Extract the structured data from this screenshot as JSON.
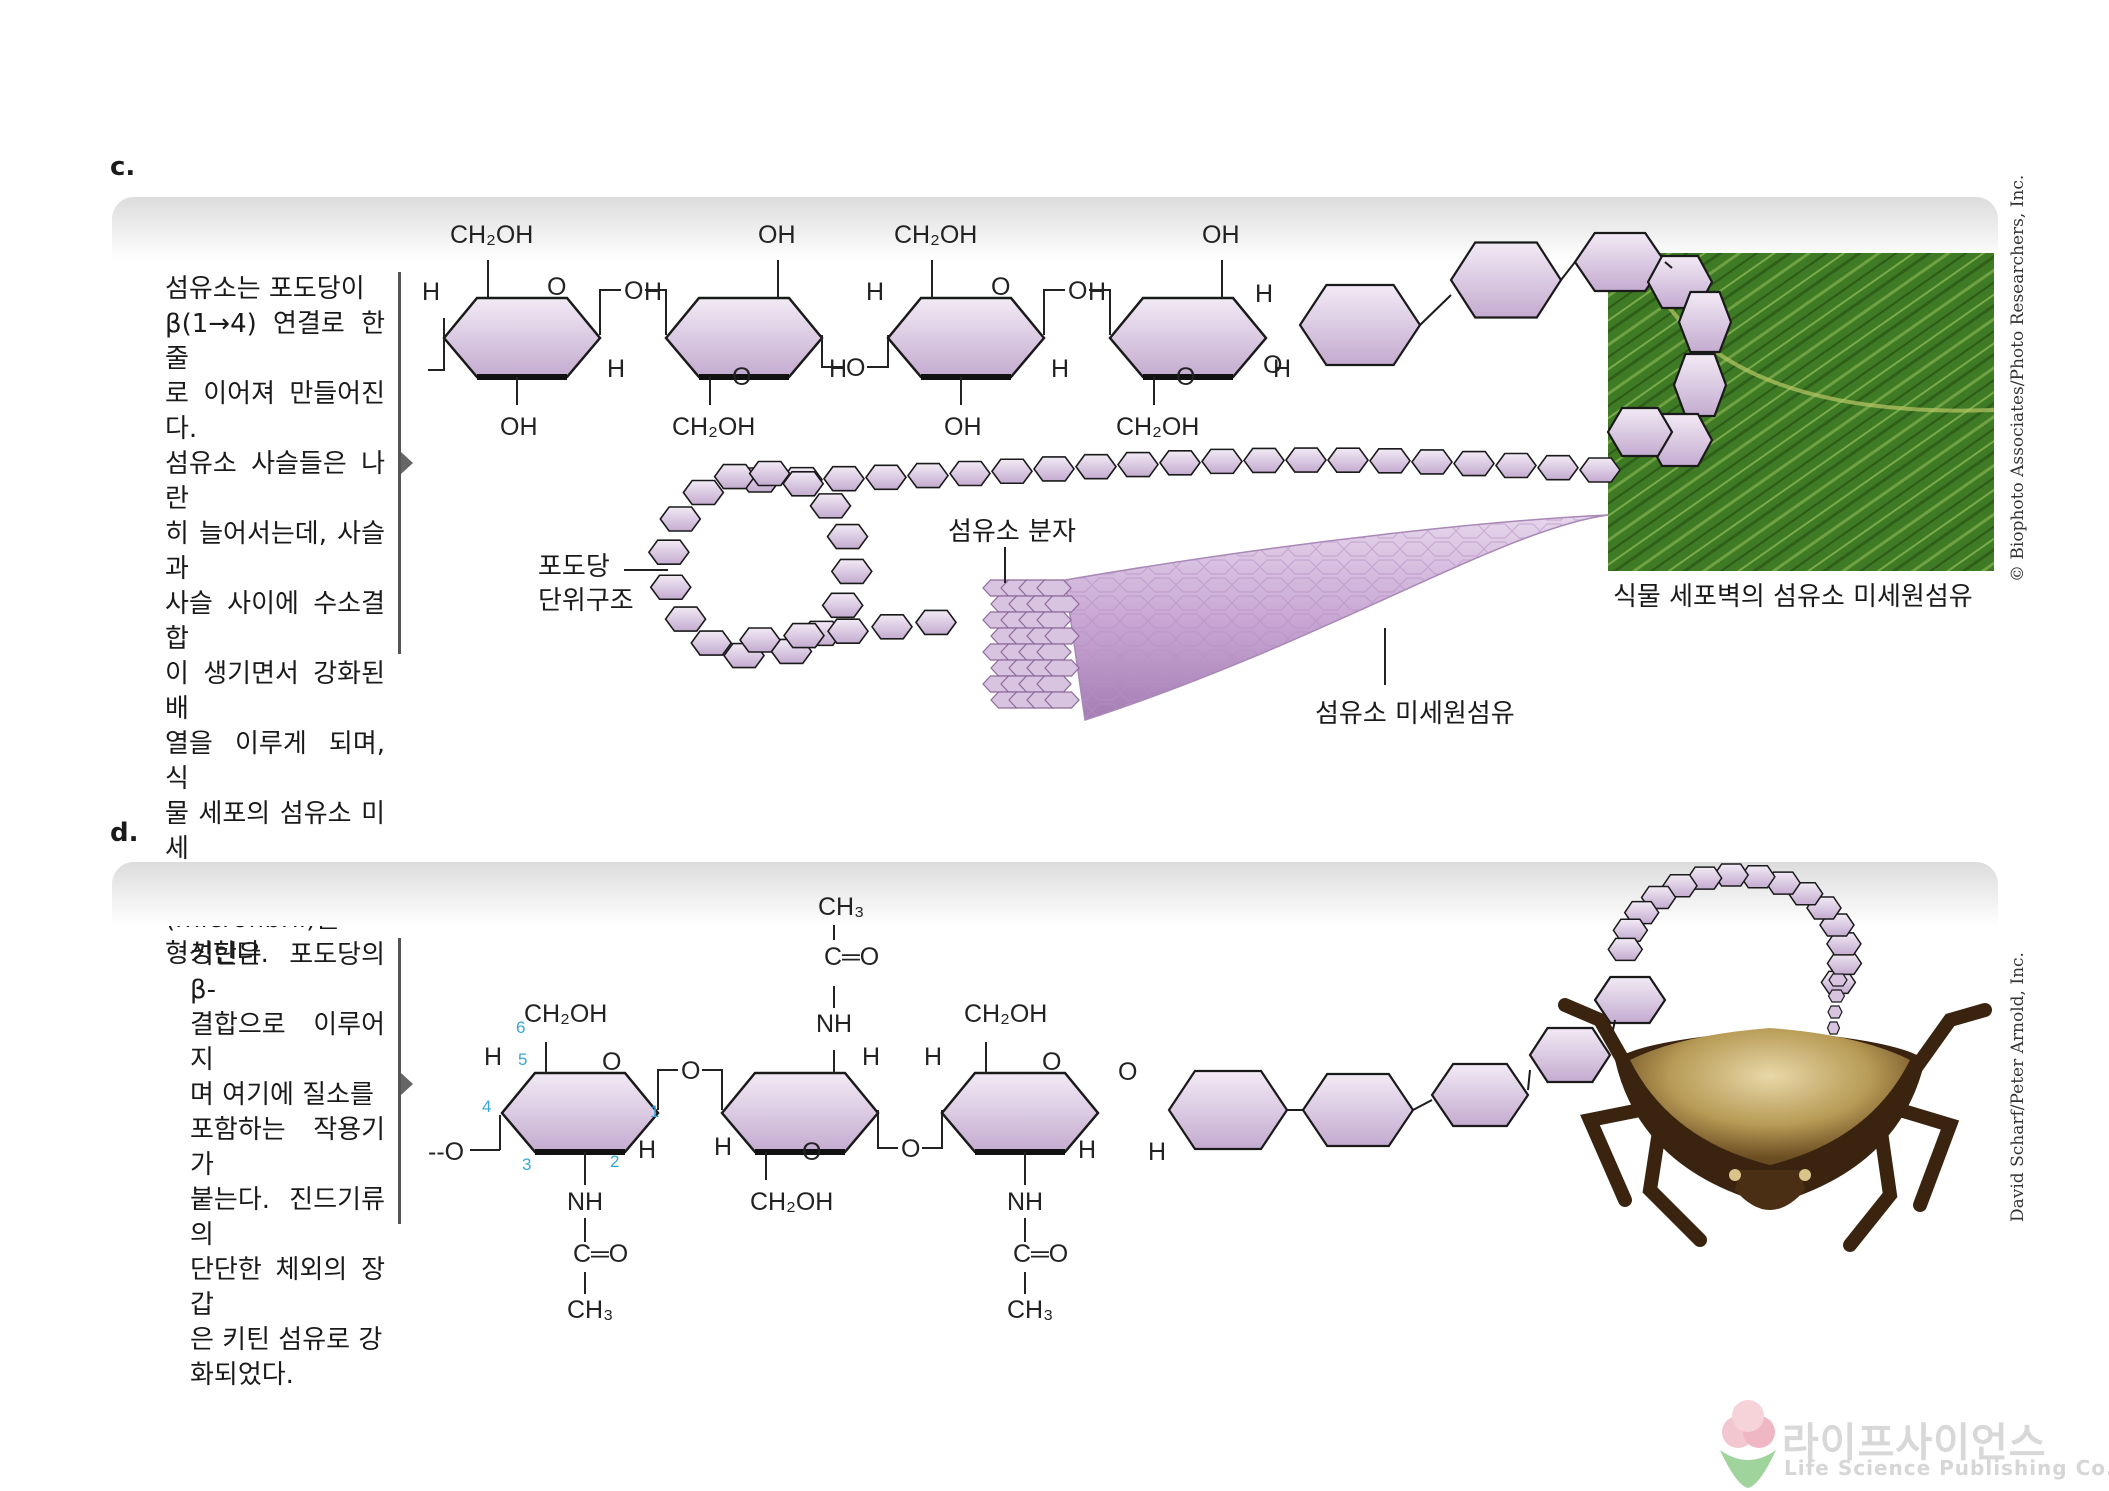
{
  "panel_c": {
    "letter": "c.",
    "caption": "섬유소는 포도당이\nβ(1→4) 연결로 한 줄\n로 이어져 만들어진다.\n섬유소 사슬들은 나란\n히 늘어서는데, 사슬과\n사슬 사이에 수소결합\n이 생기면서 강화된 배\n열을 이루게 되며, 식\n물 세포의 섬유소 미세\n원섬유(microfibril)를\n형성한다.",
    "ring_groups": {
      "ch2oh": "CH₂OH",
      "oh": "OH",
      "h": "H",
      "o": "O"
    },
    "labels": {
      "glucose_unit": "포도당\n단위구조",
      "cellulose_molecule": "섬유소 분자",
      "microfibril": "섬유소 미세원섬유",
      "plant_wall_microfibril": "식물 세포벽의 섬유소 미세원섬유"
    },
    "photo_credit": "© Biophoto Associates/Photo Researchers, Inc."
  },
  "panel_d": {
    "letter": "d.",
    "caption": "키틴은 포도당의 β-\n결합으로 이루어지\n며 여기에 질소를\n포함하는 작용기가\n붙는다. 진드기류의\n단단한 체외의 장갑\n은 키틴 섬유로 강\n화되었다.",
    "ring_groups": {
      "ch2oh": "CH₂OH",
      "ch3": "CH₃",
      "nh": "NH",
      "c_o": "C═O",
      "h": "H",
      "o": "O",
      "chain_start": "--O"
    },
    "carbon_numbers": [
      "1",
      "2",
      "3",
      "4",
      "5",
      "6"
    ],
    "photo_credit": "David Scharf/Peter Arnold, Inc."
  },
  "logo": {
    "korean": "라이프사이언스",
    "english": "Life Science Publishing Co."
  },
  "colors": {
    "ring_fill": "#dccfe3",
    "ring_stroke": "#1a1a1a",
    "fibril": "#c3a3cf",
    "leaf_green": "#3f7a24",
    "tick_brown": "#6b4d22",
    "carbon_number": "#38a7d6"
  }
}
